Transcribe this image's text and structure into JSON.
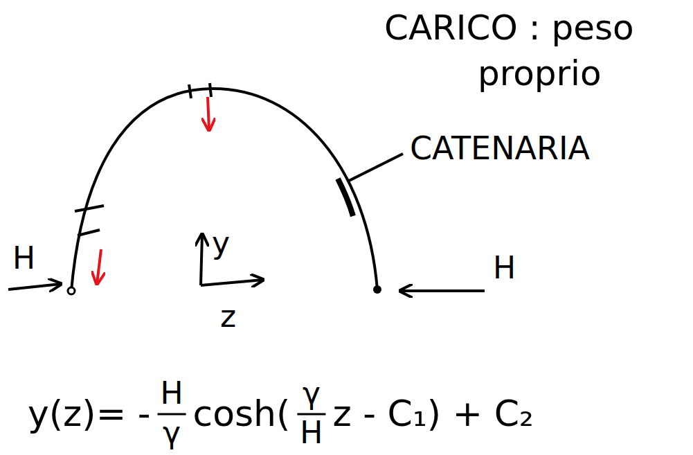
{
  "diagram": {
    "labels": [
      "CARICO : peso",
      "proprio",
      "CATENARIA",
      "H",
      "y",
      "z",
      "H",
      "y(z)= -",
      "H",
      "γ",
      "cosh(",
      "γ",
      "H",
      "z - C₁) + C₂"
    ]
  }
}
